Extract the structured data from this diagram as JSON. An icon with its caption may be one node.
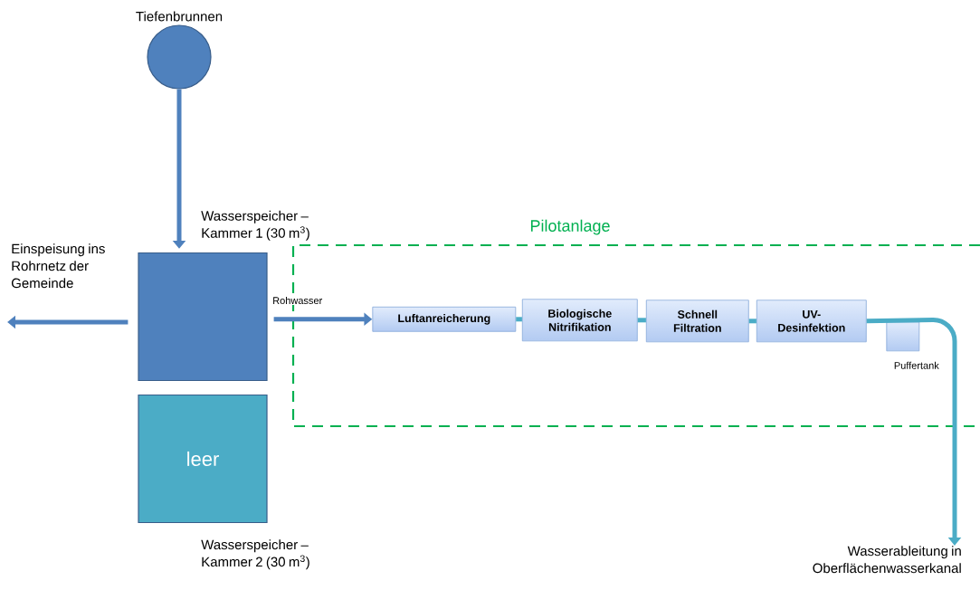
{
  "diagram": {
    "nodes": [
      {
        "text": [
          "Tiefenbrunnen"
        ]
      },
      {
        "text": [
          "Wasserspeicher – Kammer 1 (30 m$^{3}$)"
        ]
      },
      {
        "text": [
          "leer",
          "Wasserspeicher – Kammer 2 (30 m$^{3}$)"
        ]
      },
      {
        "text": [
          "Pilotanlage"
        ]
      },
      {
        "text": [
          "Luftanreicherung"
        ],
        "in": 3
      },
      {
        "text": [
          "Biologische Nitrifikation"
        ],
        "in": 3
      },
      {
        "text": [
          "Schnell Filtration"
        ],
        "in": 3
      },
      {
        "text": [
          "UV-Desinfektion"
        ],
        "in": 3
      },
      {
        "text": [
          "Puffertank"
        ],
        "in": 3
      }
    ],
    "edges": [
      {
        "from": 0,
        "to": 1,
        "arrow": "to"
      },
      {
        "from": 1,
        "to": null,
        "arrow": "to",
        "label": "Einspeisung ins Rohrnetz der Gemeinde"
      },
      {
        "from": 1,
        "to": 4,
        "arrow": "to",
        "label": "Rohwasser"
      },
      {
        "from": 4,
        "to": 5,
        "arrow": "none",
        "color": "#4bacc6"
      },
      {
        "from": 5,
        "to": 6,
        "arrow": "none",
        "color": "#4bacc6"
      },
      {
        "from": 6,
        "to": 7,
        "arrow": "none",
        "color": "#4bacc6"
      },
      {
        "from": 7,
        "to": null,
        "arrow": "to",
        "color": "#4bacc6",
        "label": "Wasserableitung in Oberflächenwasserkanal"
      }
    ]
  }
}
